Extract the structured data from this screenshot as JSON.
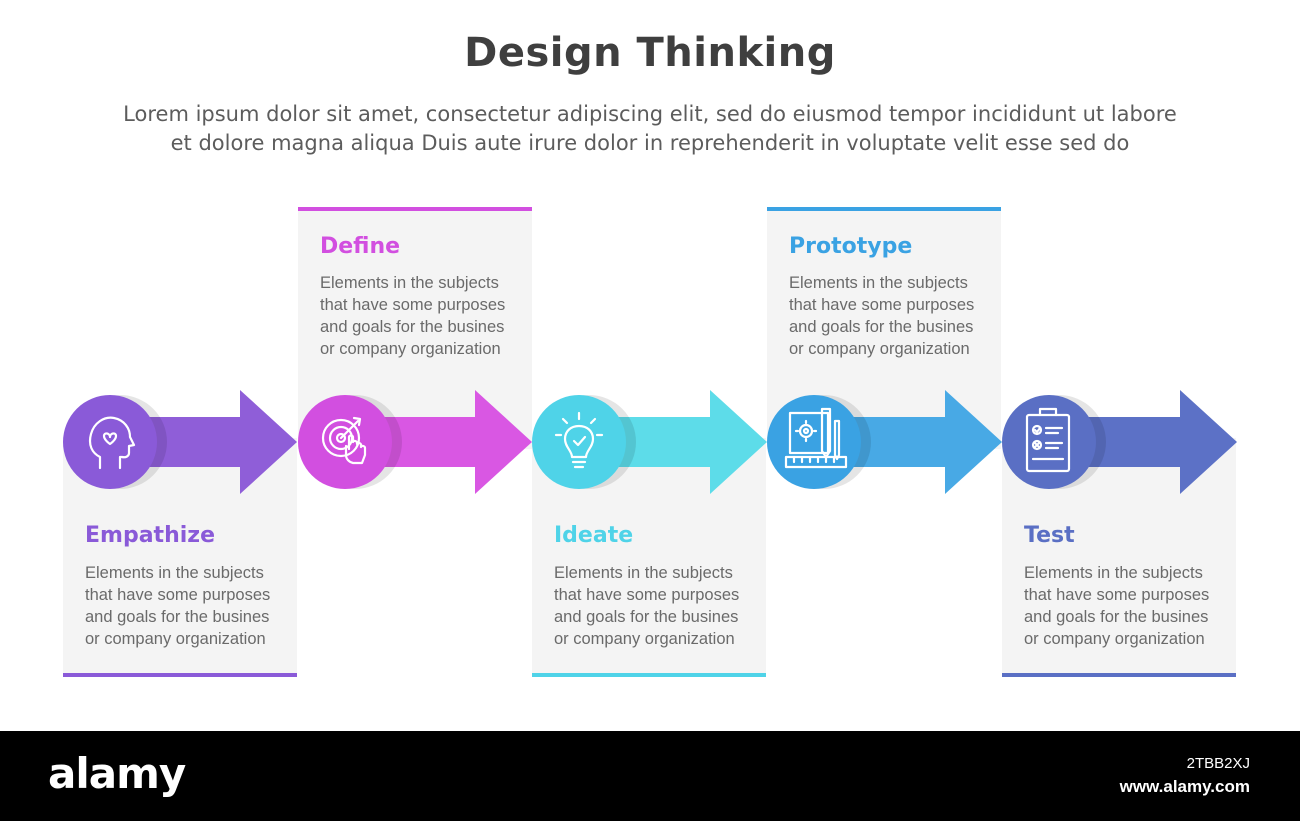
{
  "header": {
    "title": "Design Thinking",
    "subtitle_line1": "Lorem ipsum dolor sit amet, consectetur adipiscing elit, sed do eiusmod tempor incididunt ut labore",
    "subtitle_line2": "et dolore magna aliqua Duis aute irure dolor in reprehenderit in voluptate velit esse sed do"
  },
  "steps": [
    {
      "title": "Empathize",
      "color": "#8a5ad8",
      "arrow_color": "#8f5ed8",
      "icon": "head-heart-icon",
      "desc": [
        "Elements in the subjects",
        "that have some purposes",
        "and goals for the  busines",
        "or company organization"
      ]
    },
    {
      "title": "Define",
      "color": "#d24fe0",
      "arrow_color": "#d957e3",
      "icon": "target-touch-icon",
      "desc": [
        "Elements in the subjects",
        "that have some purposes",
        "and goals for the  busines",
        "or company organization"
      ]
    },
    {
      "title": "Ideate",
      "color": "#4fd3e8",
      "arrow_color": "#5ddce9",
      "icon": "lightbulb-icon",
      "desc": [
        "Elements in the subjects",
        "that have some purposes",
        "and goals for the  busines",
        "or company organization"
      ]
    },
    {
      "title": "Prototype",
      "color": "#3aa2e3",
      "arrow_color": "#48a9e5",
      "icon": "blueprint-icon",
      "desc": [
        "Elements in the subjects",
        "that have some purposes",
        "and goals for the  busines",
        "or company organization"
      ]
    },
    {
      "title": "Test",
      "color": "#5a6fc4",
      "arrow_color": "#5c71c6",
      "icon": "clipboard-checklist-icon",
      "desc": [
        "Elements in the subjects",
        "that have some purposes",
        "and goals for the  busines",
        "or company organization"
      ]
    }
  ],
  "footer": {
    "logo": "alamy",
    "image_id": "2TBB2XJ",
    "url": "www.alamy.com"
  }
}
